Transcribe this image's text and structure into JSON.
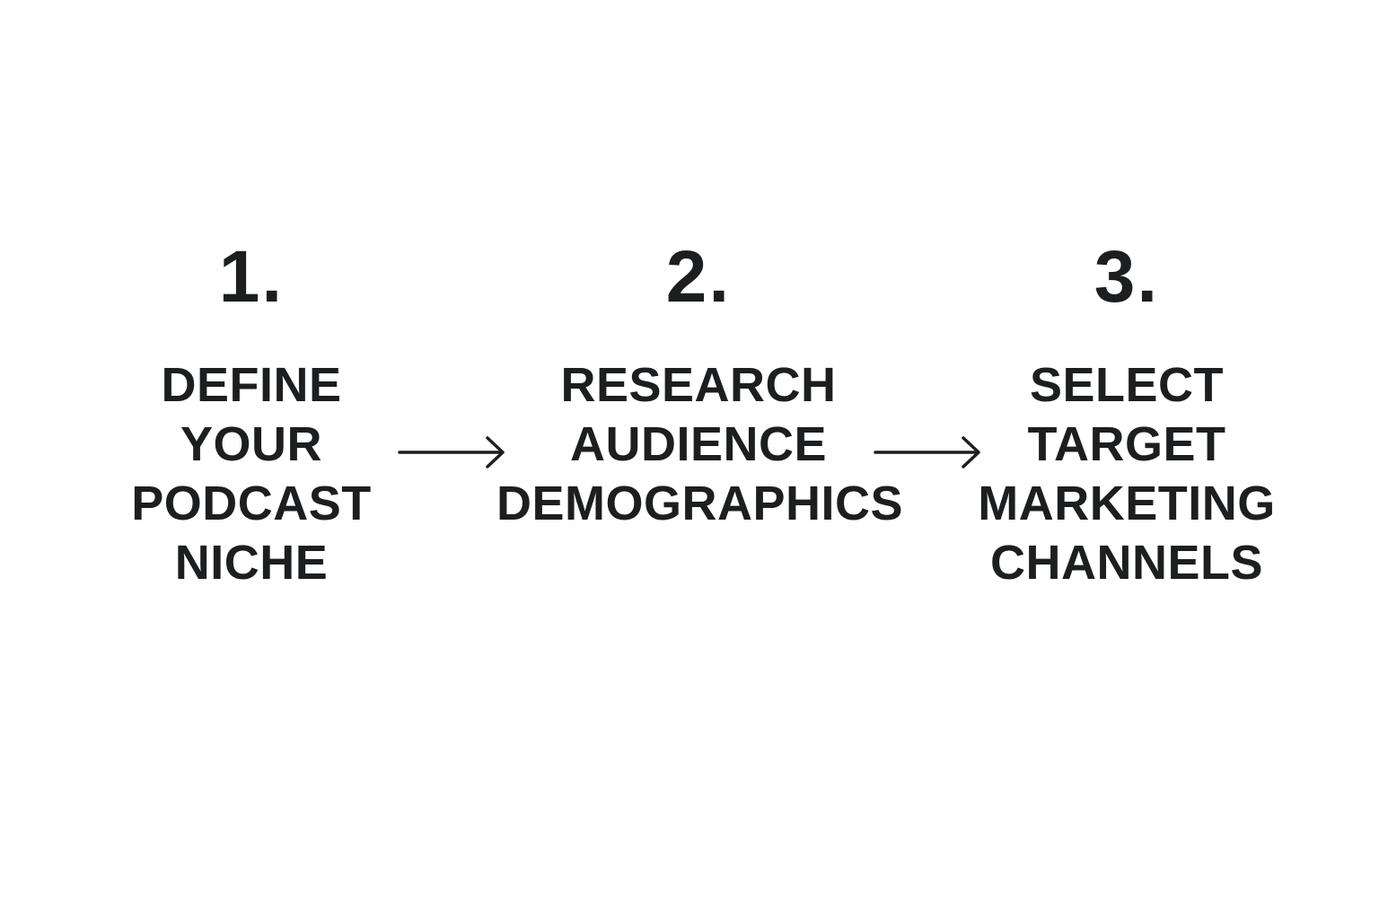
{
  "steps": [
    {
      "number": "1.",
      "lines": [
        "DEFINE",
        "YOUR",
        "PODCAST",
        "NICHE"
      ]
    },
    {
      "number": "2.",
      "lines": [
        "RESEARCH",
        "AUDIENCE",
        "DEMOGRAPHICS"
      ]
    },
    {
      "number": "3.",
      "lines": [
        "SELECT",
        "TARGET",
        "MARKETING",
        "CHANNELS"
      ]
    }
  ],
  "colors": {
    "text": "#1c1e20",
    "background": "#ffffff"
  },
  "icons": [
    "arrow-right-icon",
    "arrow-right-icon"
  ]
}
